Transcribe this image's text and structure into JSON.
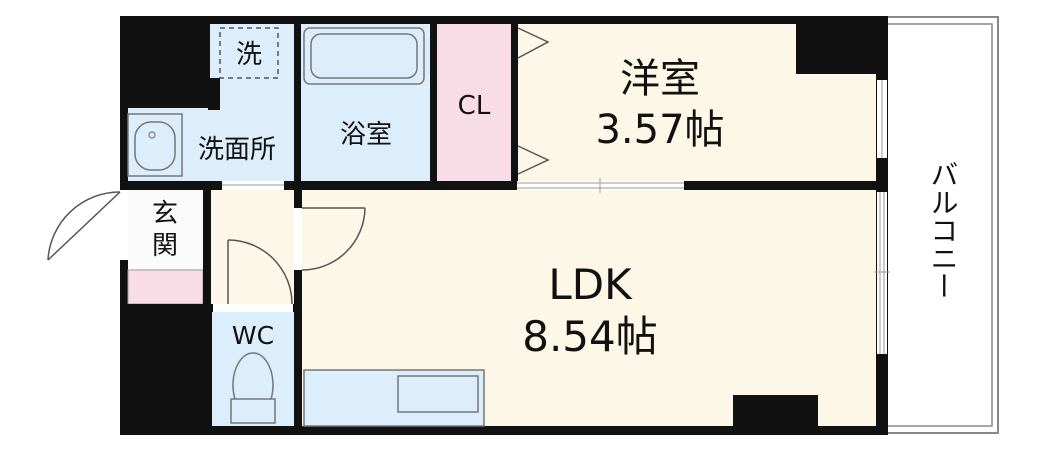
{
  "rooms": {
    "western": {
      "name": "洋室",
      "size": "3.57帖"
    },
    "ldk": {
      "name": "LDK",
      "size": "8.54帖"
    },
    "closet": {
      "name": "CL"
    },
    "washroom": {
      "name": "洗面所"
    },
    "laundry": {
      "name": "洗"
    },
    "bath": {
      "name": "浴室"
    },
    "entrance": {
      "line1": "玄",
      "line2": "関"
    },
    "wc": {
      "name": "WC"
    },
    "balcony": {
      "name": "バルコニー"
    }
  },
  "colors": {
    "wall": "#111111",
    "floor": "#fcf7e6",
    "wet_area": "#dceefb",
    "closet": "#f9dde6",
    "entrance": "#fbfbfb",
    "outline": "#777777"
  }
}
